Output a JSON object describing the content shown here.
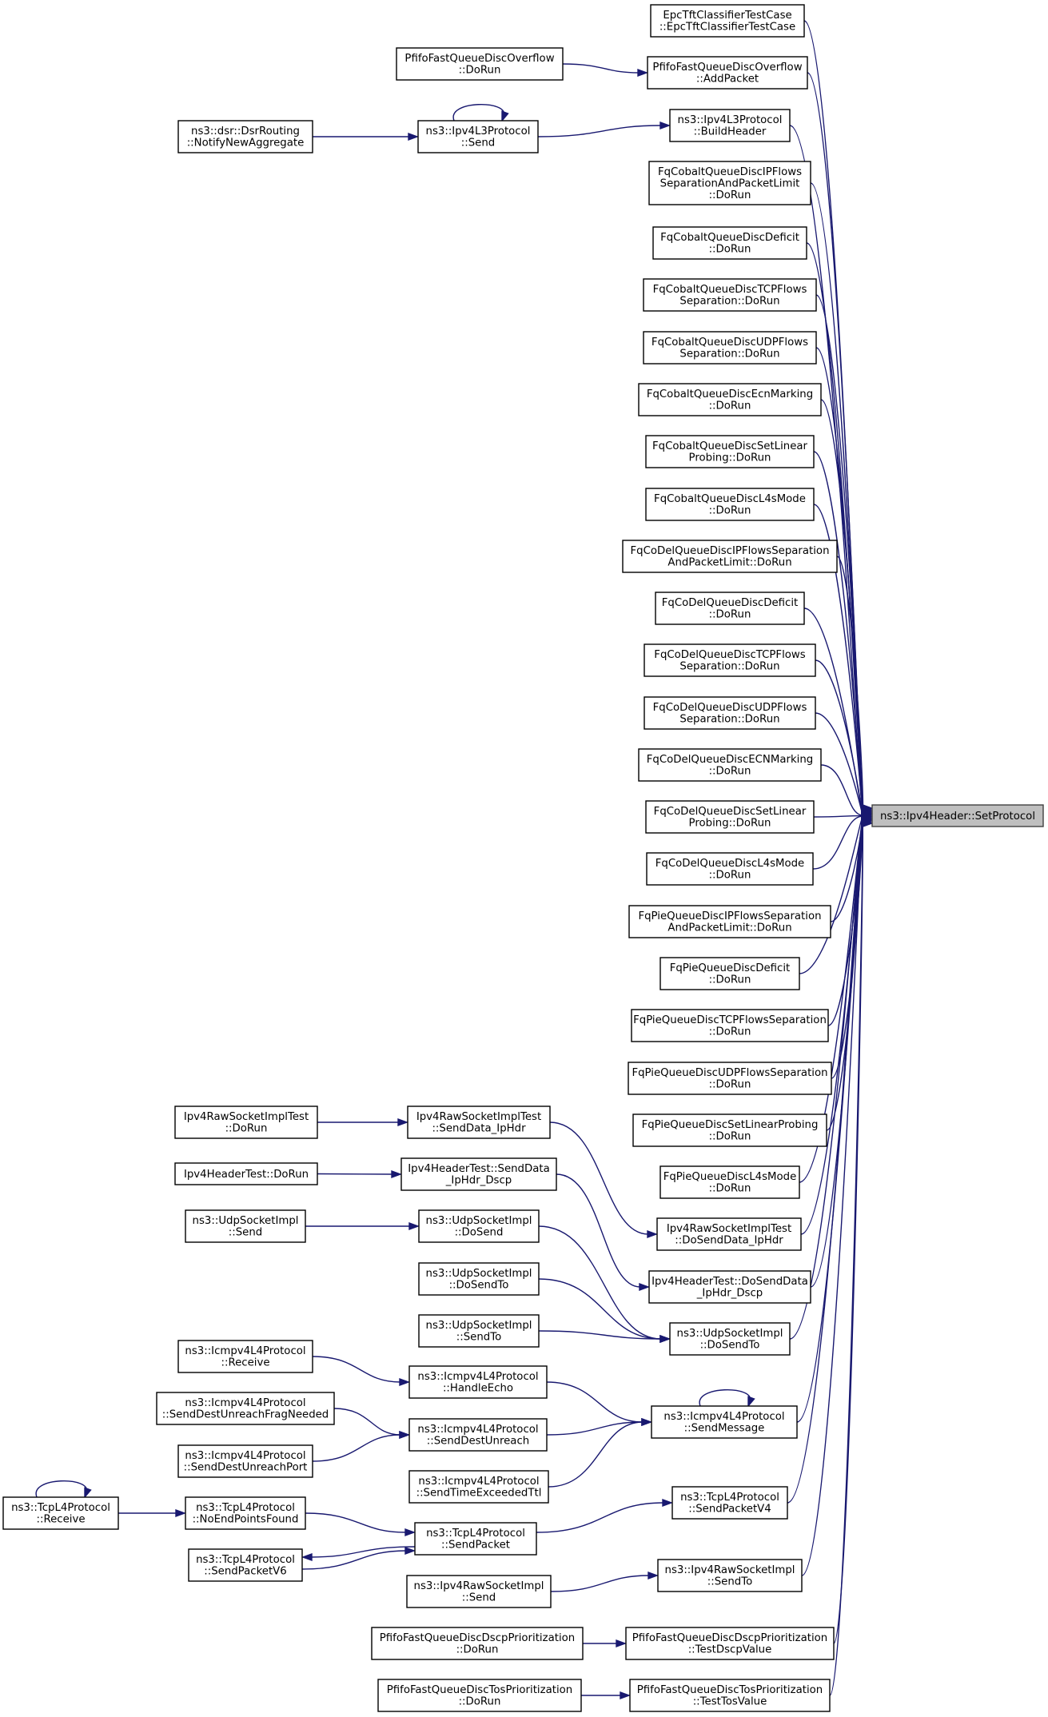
{
  "nodes": [
    {
      "id": "root",
      "lines": [
        "ns3::Ipv4Header::SetProtocol"
      ],
      "root": true
    },
    {
      "id": "epc",
      "lines": [
        "EpcTftClassifierTestCase",
        "::EpcTftClassifierTestCase"
      ]
    },
    {
      "id": "pfoAdd",
      "lines": [
        "PfifoFastQueueDiscOverflow",
        "::AddPacket"
      ]
    },
    {
      "id": "pfoRun",
      "lines": [
        "PfifoFastQueueDiscOverflow",
        "::DoRun"
      ]
    },
    {
      "id": "bh",
      "lines": [
        "ns3::Ipv4L3Protocol",
        "::BuildHeader"
      ]
    },
    {
      "id": "l3send",
      "lines": [
        "ns3::Ipv4L3Protocol",
        "::Send"
      ]
    },
    {
      "id": "dsr",
      "lines": [
        "ns3::dsr::DsrRouting",
        "::NotifyNewAggregate"
      ]
    },
    {
      "id": "fc1",
      "lines": [
        "FqCobaltQueueDiscIPFlows",
        "SeparationAndPacketLimit",
        "::DoRun"
      ]
    },
    {
      "id": "fc2",
      "lines": [
        "FqCobaltQueueDiscDeficit",
        "::DoRun"
      ]
    },
    {
      "id": "fc3",
      "lines": [
        "FqCobaltQueueDiscTCPFlows",
        "Separation::DoRun"
      ]
    },
    {
      "id": "fc4",
      "lines": [
        "FqCobaltQueueDiscUDPFlows",
        "Separation::DoRun"
      ]
    },
    {
      "id": "fc5",
      "lines": [
        "FqCobaltQueueDiscEcnMarking",
        "::DoRun"
      ]
    },
    {
      "id": "fc6",
      "lines": [
        "FqCobaltQueueDiscSetLinear",
        "Probing::DoRun"
      ]
    },
    {
      "id": "fc7",
      "lines": [
        "FqCobaltQueueDiscL4sMode",
        "::DoRun"
      ]
    },
    {
      "id": "fd1",
      "lines": [
        "FqCoDelQueueDiscIPFlowsSeparation",
        "AndPacketLimit::DoRun"
      ]
    },
    {
      "id": "fd2",
      "lines": [
        "FqCoDelQueueDiscDeficit",
        "::DoRun"
      ]
    },
    {
      "id": "fd3",
      "lines": [
        "FqCoDelQueueDiscTCPFlows",
        "Separation::DoRun"
      ]
    },
    {
      "id": "fd4",
      "lines": [
        "FqCoDelQueueDiscUDPFlows",
        "Separation::DoRun"
      ]
    },
    {
      "id": "fd5",
      "lines": [
        "FqCoDelQueueDiscECNMarking",
        "::DoRun"
      ]
    },
    {
      "id": "fd6",
      "lines": [
        "FqCoDelQueueDiscSetLinear",
        "Probing::DoRun"
      ]
    },
    {
      "id": "fd7",
      "lines": [
        "FqCoDelQueueDiscL4sMode",
        "::DoRun"
      ]
    },
    {
      "id": "fp1",
      "lines": [
        "FqPieQueueDiscIPFlowsSeparation",
        "AndPacketLimit::DoRun"
      ]
    },
    {
      "id": "fp2",
      "lines": [
        "FqPieQueueDiscDeficit",
        "::DoRun"
      ]
    },
    {
      "id": "fp3",
      "lines": [
        "FqPieQueueDiscTCPFlowsSeparation",
        "::DoRun"
      ]
    },
    {
      "id": "fp4",
      "lines": [
        "FqPieQueueDiscUDPFlowsSeparation",
        "::DoRun"
      ]
    },
    {
      "id": "fp5",
      "lines": [
        "FqPieQueueDiscSetLinearProbing",
        "::DoRun"
      ]
    },
    {
      "id": "fp6",
      "lines": [
        "FqPieQueueDiscL4sMode",
        "::DoRun"
      ]
    },
    {
      "id": "rawDSD",
      "lines": [
        "Ipv4RawSocketImplTest",
        "::DoSendData_IpHdr"
      ]
    },
    {
      "id": "rawSD",
      "lines": [
        "Ipv4RawSocketImplTest",
        "::SendData_IpHdr"
      ]
    },
    {
      "id": "rawRun",
      "lines": [
        "Ipv4RawSocketImplTest",
        "::DoRun"
      ]
    },
    {
      "id": "hdrDSD",
      "lines": [
        "Ipv4HeaderTest::DoSendData",
        "_IpHdr_Dscp"
      ]
    },
    {
      "id": "hdrSD",
      "lines": [
        "Ipv4HeaderTest::SendData",
        "_IpHdr_Dscp"
      ]
    },
    {
      "id": "hdrRun",
      "lines": [
        "Ipv4HeaderTest::DoRun"
      ]
    },
    {
      "id": "udpDST",
      "lines": [
        "ns3::UdpSocketImpl",
        "::DoSendTo"
      ]
    },
    {
      "id": "udpDS",
      "lines": [
        "ns3::UdpSocketImpl",
        "::DoSend"
      ]
    },
    {
      "id": "udpS",
      "lines": [
        "ns3::UdpSocketImpl",
        "::Send"
      ]
    },
    {
      "id": "udpDST2",
      "lines": [
        "ns3::UdpSocketImpl",
        "::DoSendTo"
      ]
    },
    {
      "id": "udpST",
      "lines": [
        "ns3::UdpSocketImpl",
        "::SendTo"
      ]
    },
    {
      "id": "icmpSM",
      "lines": [
        "ns3::Icmpv4L4Protocol",
        "::SendMessage"
      ]
    },
    {
      "id": "icmpHE",
      "lines": [
        "ns3::Icmpv4L4Protocol",
        "::HandleEcho"
      ]
    },
    {
      "id": "icmpRecv",
      "lines": [
        "ns3::Icmpv4L4Protocol",
        "::Receive"
      ]
    },
    {
      "id": "icmpSDU",
      "lines": [
        "ns3::Icmpv4L4Protocol",
        "::SendDestUnreach"
      ]
    },
    {
      "id": "icmpFrag",
      "lines": [
        "ns3::Icmpv4L4Protocol",
        "::SendDestUnreachFragNeeded"
      ]
    },
    {
      "id": "icmpPort",
      "lines": [
        "ns3::Icmpv4L4Protocol",
        "::SendDestUnreachPort"
      ]
    },
    {
      "id": "icmpTTL",
      "lines": [
        "ns3::Icmpv4L4Protocol",
        "::SendTimeExceededTtl"
      ]
    },
    {
      "id": "tcpV4",
      "lines": [
        "ns3::TcpL4Protocol",
        "::SendPacketV4"
      ]
    },
    {
      "id": "tcpSP",
      "lines": [
        "ns3::TcpL4Protocol",
        "::SendPacket"
      ]
    },
    {
      "id": "tcpNEP",
      "lines": [
        "ns3::TcpL4Protocol",
        "::NoEndPointsFound"
      ]
    },
    {
      "id": "tcpRecv",
      "lines": [
        "ns3::TcpL4Protocol",
        "::Receive"
      ]
    },
    {
      "id": "tcpV6",
      "lines": [
        "ns3::TcpL4Protocol",
        "::SendPacketV6"
      ]
    },
    {
      "id": "rawST",
      "lines": [
        "ns3::Ipv4RawSocketImpl",
        "::SendTo"
      ]
    },
    {
      "id": "rawS",
      "lines": [
        "ns3::Ipv4RawSocketImpl",
        "::Send"
      ]
    },
    {
      "id": "pdTest",
      "lines": [
        "PfifoFastQueueDiscDscpPrioritization",
        "::TestDscpValue"
      ]
    },
    {
      "id": "pdRun",
      "lines": [
        "PfifoFastQueueDiscDscpPrioritization",
        "::DoRun"
      ]
    },
    {
      "id": "ptTest",
      "lines": [
        "PfifoFastQueueDiscTosPrioritization",
        "::TestTosValue"
      ]
    },
    {
      "id": "ptRun",
      "lines": [
        "PfifoFastQueueDiscTosPrioritization",
        "::DoRun"
      ]
    }
  ],
  "edges": [
    [
      "epc",
      "root"
    ],
    [
      "pfoAdd",
      "root"
    ],
    [
      "bh",
      "root"
    ],
    [
      "fc1",
      "root"
    ],
    [
      "fc2",
      "root"
    ],
    [
      "fc3",
      "root"
    ],
    [
      "fc4",
      "root"
    ],
    [
      "fc5",
      "root"
    ],
    [
      "fc6",
      "root"
    ],
    [
      "fc7",
      "root"
    ],
    [
      "fd1",
      "root"
    ],
    [
      "fd2",
      "root"
    ],
    [
      "fd3",
      "root"
    ],
    [
      "fd4",
      "root"
    ],
    [
      "fd5",
      "root"
    ],
    [
      "fd6",
      "root"
    ],
    [
      "fd7",
      "root"
    ],
    [
      "fp1",
      "root"
    ],
    [
      "fp2",
      "root"
    ],
    [
      "fp3",
      "root"
    ],
    [
      "fp4",
      "root"
    ],
    [
      "fp5",
      "root"
    ],
    [
      "fp6",
      "root"
    ],
    [
      "rawDSD",
      "root"
    ],
    [
      "hdrDSD",
      "root"
    ],
    [
      "udpDST",
      "root"
    ],
    [
      "icmpSM",
      "root"
    ],
    [
      "tcpV4",
      "root"
    ],
    [
      "rawST",
      "root"
    ],
    [
      "pdTest",
      "root"
    ],
    [
      "ptTest",
      "root"
    ],
    [
      "pfoRun",
      "pfoAdd"
    ],
    [
      "l3send",
      "bh"
    ],
    [
      "dsr",
      "l3send"
    ],
    [
      "l3send",
      "l3send"
    ],
    [
      "rawSD",
      "rawDSD"
    ],
    [
      "rawRun",
      "rawSD"
    ],
    [
      "hdrSD",
      "hdrDSD"
    ],
    [
      "hdrRun",
      "hdrSD"
    ],
    [
      "udpDS",
      "udpDST"
    ],
    [
      "udpDST2",
      "udpDST"
    ],
    [
      "udpST",
      "udpDST"
    ],
    [
      "udpS",
      "udpDS"
    ],
    [
      "icmpHE",
      "icmpSM"
    ],
    [
      "icmpSDU",
      "icmpSM"
    ],
    [
      "icmpTTL",
      "icmpSM"
    ],
    [
      "icmpSM",
      "icmpSM"
    ],
    [
      "icmpRecv",
      "icmpHE"
    ],
    [
      "icmpFrag",
      "icmpSDU"
    ],
    [
      "icmpPort",
      "icmpSDU"
    ],
    [
      "tcpSP",
      "tcpV4"
    ],
    [
      "tcpNEP",
      "tcpSP"
    ],
    [
      "tcpV6",
      "tcpSP"
    ],
    [
      "tcpSP",
      "tcpV6"
    ],
    [
      "tcpRecv",
      "tcpNEP"
    ],
    [
      "tcpRecv",
      "tcpRecv"
    ],
    [
      "rawS",
      "rawST"
    ],
    [
      "pdRun",
      "pdTest"
    ],
    [
      "ptRun",
      "ptTest"
    ]
  ]
}
